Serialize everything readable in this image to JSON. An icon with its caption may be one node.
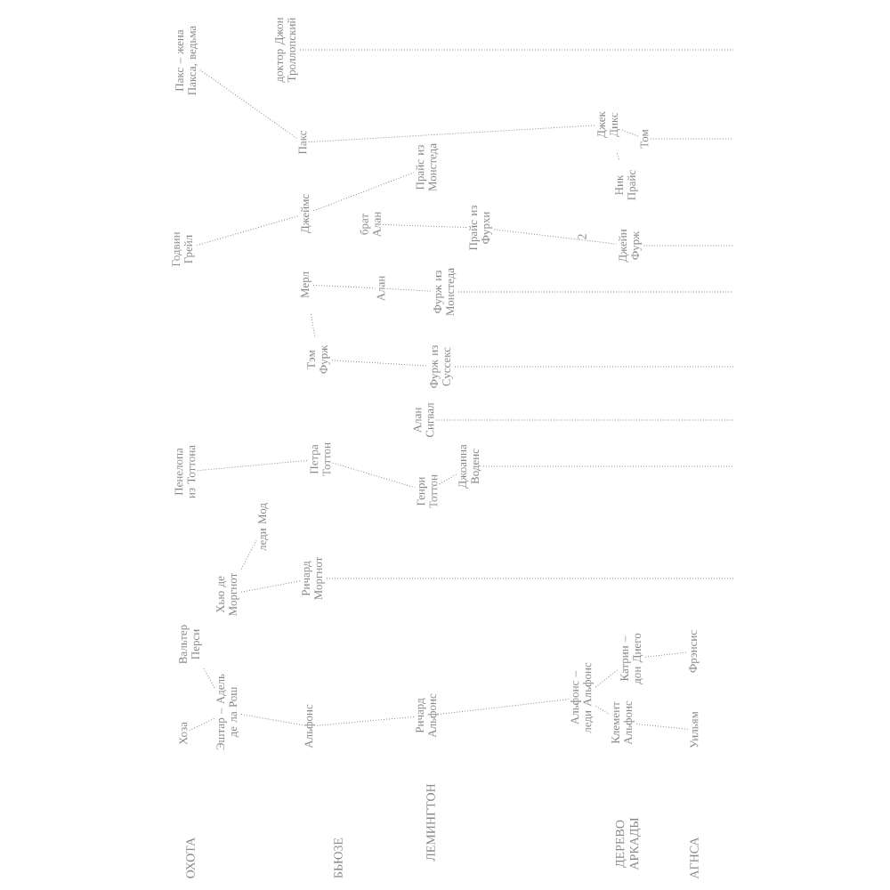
{
  "diagram": {
    "nodes": [
      {
        "text": [
          "Пакс – жена Пакса, ведьма"
        ]
      },
      {
        "text": [
          "доктор Джон Троллопский"
        ]
      },
      {
        "text": [
          "Пакс"
        ]
      },
      {
        "text": [
          "Годвин Грейл"
        ]
      },
      {
        "text": [
          "Джеймс"
        ]
      },
      {
        "text": [
          "Мерл"
        ]
      },
      {
        "text": [
          "Тэм Фурж"
        ]
      },
      {
        "text": [
          "брат Алан"
        ]
      },
      {
        "text": [
          "Алан"
        ]
      },
      {
        "text": [
          "Прайс из Монстеда"
        ]
      },
      {
        "text": [
          "Прайс из Фурхи"
        ]
      },
      {
        "text": [
          "Фурж из Монстеда"
        ]
      },
      {
        "text": [
          "Фурж из Суссекс"
        ]
      },
      {
        "text": [
          "Алан Сигвал"
        ]
      },
      {
        "text": [
          "Джоанна Воденс"
        ]
      },
      {
        "text": [
          "Генри Тоттон"
        ]
      },
      {
        "text": [
          "Петра Тоттон"
        ]
      },
      {
        "text": [
          "Пенелопа из Тоттона"
        ]
      },
      {
        "text": [
          "Ричард Моргнот"
        ]
      },
      {
        "text": [
          "Хью де Моргнот"
        ]
      },
      {
        "text": [
          "леди Мод"
        ]
      },
      {
        "text": [
          "Вальтер Перси"
        ]
      },
      {
        "text": [
          "Эштар – Адель де ла Рош"
        ]
      },
      {
        "text": [
          "Хоза"
        ]
      },
      {
        "text": [
          "Альфонс"
        ]
      },
      {
        "text": [
          "Ричард Альфонс"
        ]
      },
      {
        "text": [
          "Альфонс – леди Альфонс"
        ]
      },
      {
        "text": [
          "Клемент Альфонс"
        ]
      },
      {
        "text": [
          "Катрин – дон Диего"
        ]
      },
      {
        "text": [
          "Уильям"
        ]
      },
      {
        "text": [
          "Фрэнсис"
        ]
      },
      {
        "text": [
          "Джек Дикс"
        ]
      },
      {
        "text": [
          "Ник Прайс"
        ]
      },
      {
        "text": [
          "Том"
        ]
      },
      {
        "text": [
          "Джейн Фурж"
        ]
      }
    ],
    "edges": [
      {
        "from": 0,
        "to": 2,
        "arrow": "none"
      },
      {
        "from": 1,
        "to": null,
        "arrow": "none"
      },
      {
        "from": 3,
        "to": 4,
        "arrow": "none"
      },
      {
        "from": 6,
        "to": 5,
        "arrow": "none"
      },
      {
        "from": 6,
        "to": 12,
        "arrow": "none"
      },
      {
        "from": 5,
        "to": 8,
        "arrow": "none"
      },
      {
        "from": 8,
        "to": 11,
        "arrow": "none"
      },
      {
        "from": 4,
        "to": 9,
        "arrow": "none"
      },
      {
        "from": 7,
        "to": 10,
        "arrow": "none"
      },
      {
        "from": 10,
        "to": 34,
        "arrow": "none"
      },
      {
        "from": 2,
        "to": 31,
        "arrow": "none"
      },
      {
        "from": 31,
        "to": 33,
        "arrow": "none"
      },
      {
        "from": 31,
        "to": 32,
        "arrow": "none"
      },
      {
        "from": 33,
        "to": null,
        "arrow": "none"
      },
      {
        "from": 11,
        "to": null,
        "arrow": "none"
      },
      {
        "from": 12,
        "to": null,
        "arrow": "none"
      },
      {
        "from": 13,
        "to": null,
        "arrow": "none"
      },
      {
        "from": 17,
        "to": 16,
        "arrow": "none"
      },
      {
        "from": 16,
        "to": 15,
        "arrow": "none"
      },
      {
        "from": 15,
        "to": 14,
        "arrow": "none"
      },
      {
        "from": 14,
        "to": null,
        "arrow": "none"
      },
      {
        "from": 34,
        "to": null,
        "arrow": "none"
      },
      {
        "from": 19,
        "to": 20,
        "arrow": "none"
      },
      {
        "from": 19,
        "to": 18,
        "arrow": "none"
      },
      {
        "from": 18,
        "to": null,
        "arrow": "none"
      },
      {
        "from": 22,
        "to": 21,
        "arrow": "none"
      },
      {
        "from": 23,
        "to": 22,
        "arrow": "none"
      },
      {
        "from": 22,
        "to": 24,
        "arrow": "none"
      },
      {
        "from": 24,
        "to": 25,
        "arrow": "none"
      },
      {
        "from": 25,
        "to": 26,
        "arrow": "none"
      },
      {
        "from": 26,
        "to": 27,
        "arrow": "none"
      },
      {
        "from": 26,
        "to": 28,
        "arrow": "none"
      },
      {
        "from": 27,
        "to": 29,
        "arrow": "none"
      },
      {
        "from": 28,
        "to": 30,
        "arrow": "none"
      }
    ],
    "labels": [
      "ОХОТА",
      "БЬЮЗЕ",
      "ЛЕМИНГТОН",
      "ДЕРЕВО АРКАДЫ",
      "АГНСА",
      "2"
    ]
  }
}
